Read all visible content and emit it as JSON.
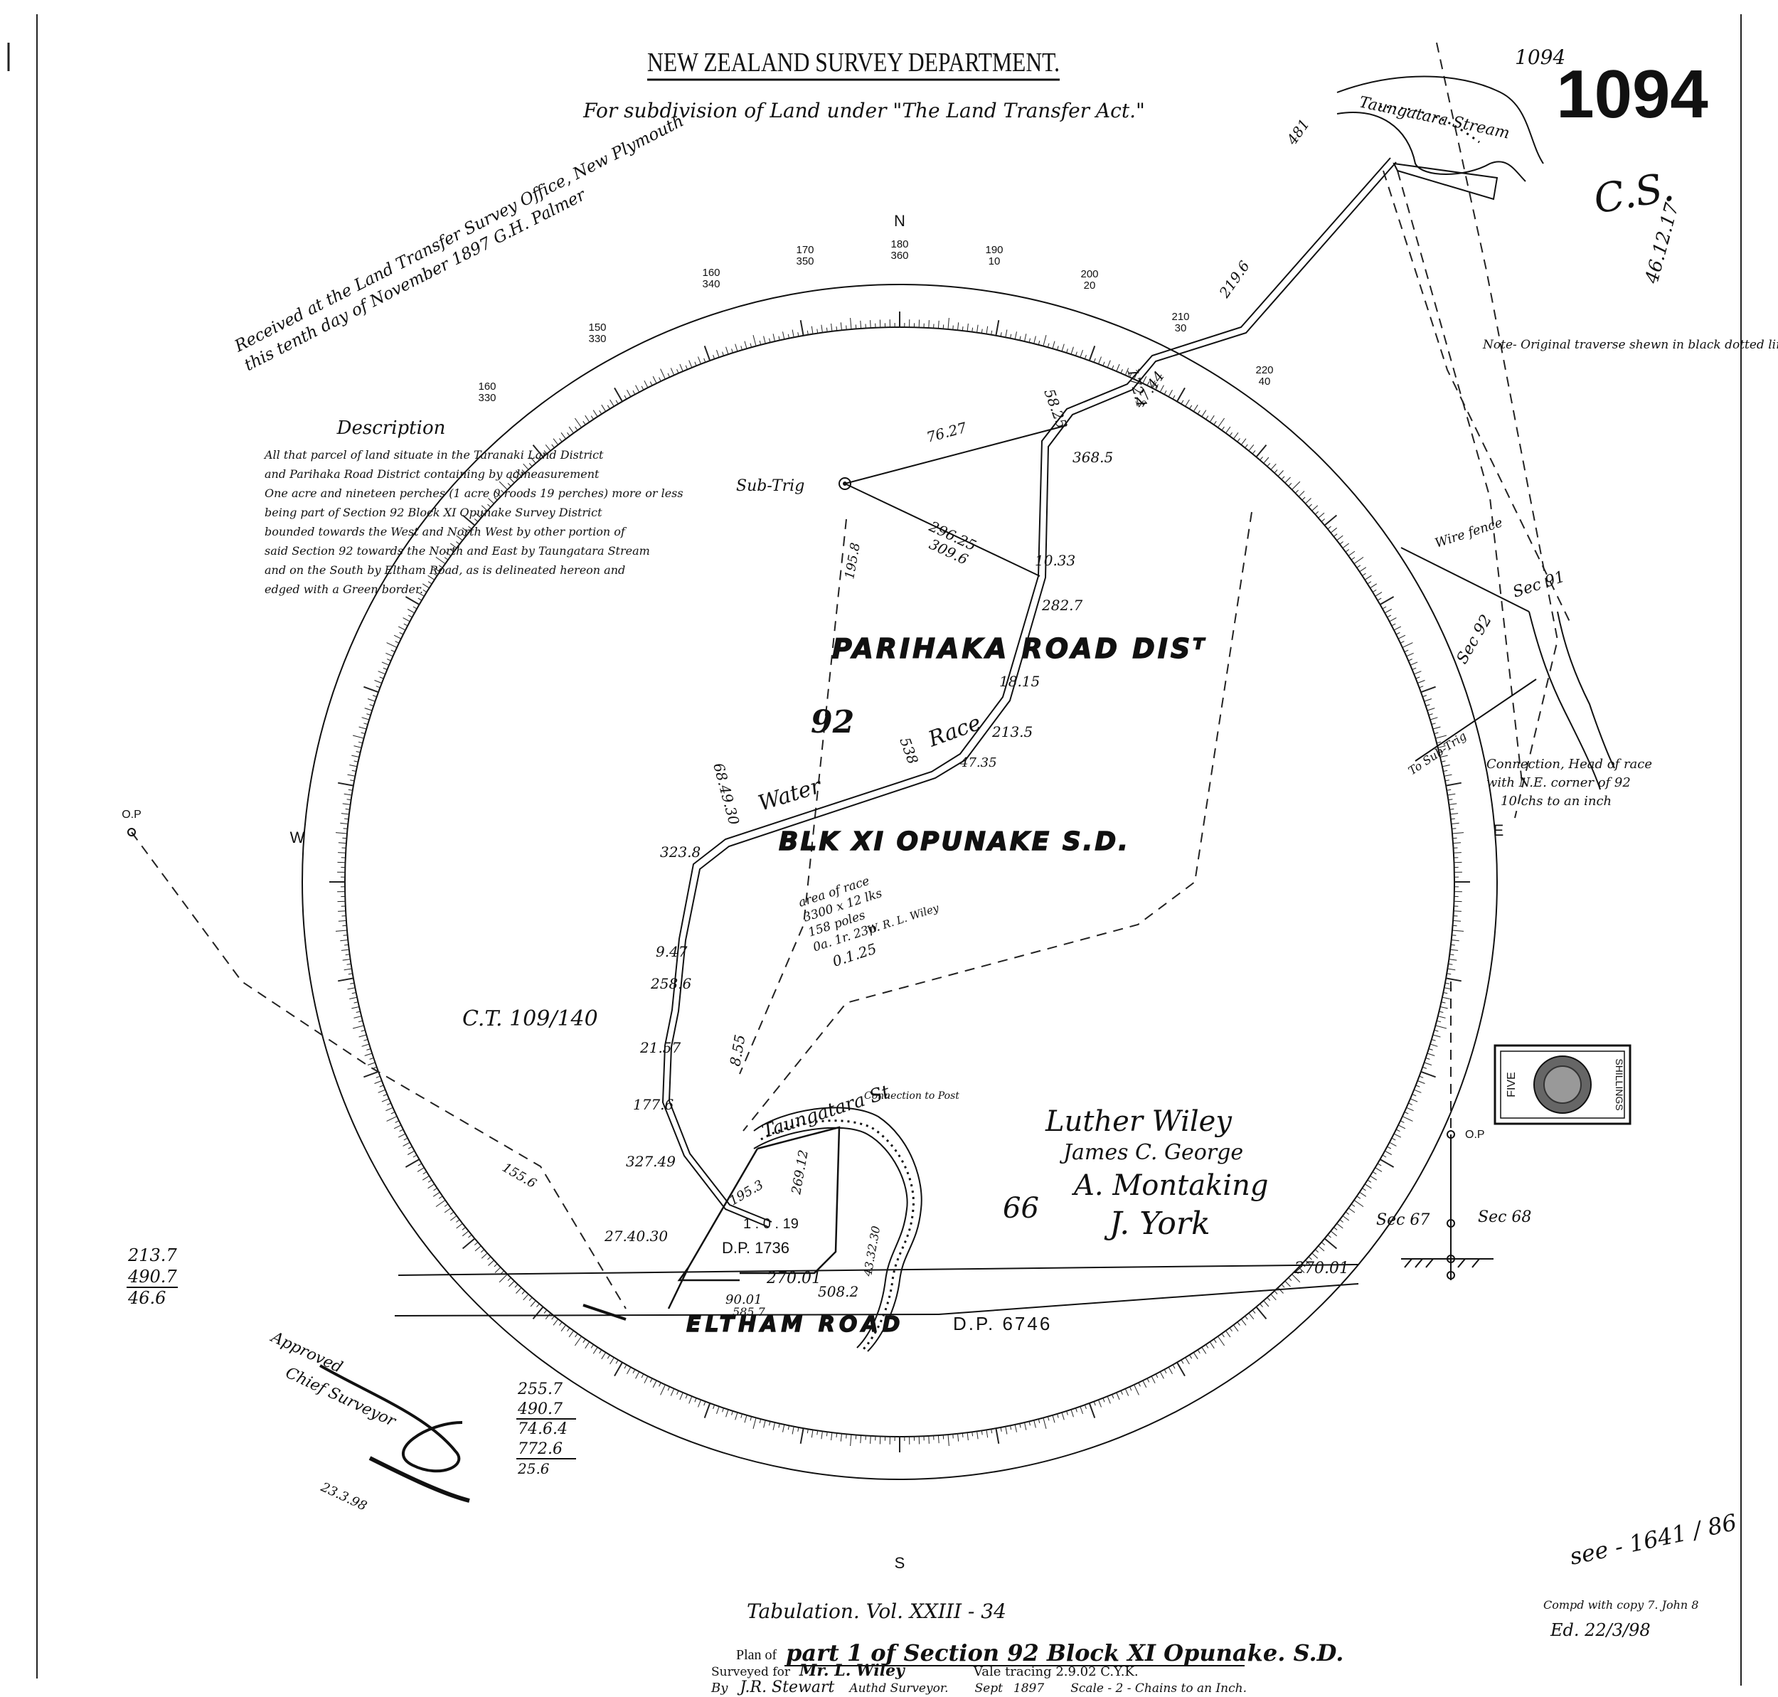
{
  "header": {
    "department": "NEW ZEALAND SURVEY DEPARTMENT.",
    "subtitle": "For subdivision of Land under \"The Land Transfer Act.\"",
    "plan_number": "1094"
  },
  "received_stamp": {
    "line1": "Received at the Land Transfer Survey Office, New Plymouth",
    "line2": "this tenth day of November 1897 G.H. Palmer"
  },
  "description": {
    "heading": "Description",
    "lines": [
      "All that parcel of land situate in the Taranaki Land District",
      "and Parihaka Road District containing by admeasurement",
      "One acre and nineteen perches (1 acre 0 roods 19 perches) more or less",
      "being part of Section 92 Block XI Opunake Survey District",
      "bounded towards the West and North West by other portion of",
      "said Section 92 towards the North and East by Taungatara Stream",
      "and on the South by Eltham Road, as is delineated hereon and",
      "edged with a Green border."
    ]
  },
  "compass": {
    "north": "N",
    "south": "S",
    "east": "E",
    "west": "W",
    "ring_labels": [
      {
        "a": "180",
        "b": "360"
      },
      {
        "a": "190",
        "b": "10"
      },
      {
        "a": "200",
        "b": "20"
      },
      {
        "a": "210",
        "b": "30"
      },
      {
        "a": "220",
        "b": "40"
      },
      {
        "a": "170",
        "b": "350"
      },
      {
        "a": "160",
        "b": "340"
      },
      {
        "a": "150",
        "b": "330"
      },
      {
        "a": "160",
        "b": "330"
      }
    ]
  },
  "map_labels": {
    "road_district": "PARIHAKA ROAD DISᵀ",
    "section": "92",
    "block": "BLK XI OPUNAKE S.D.",
    "race_word1": "Water",
    "race_word2": "Race",
    "sub_trig": "Sub-Trig",
    "eltham_road": "ELTHAM ROAD",
    "dp_road": "D.P. 6746",
    "dp_lot": "D.P. 1736",
    "area_lot": "1 . 0 . 19",
    "ct": "C.T. 109/140",
    "stream_north": "Taungatara Stream",
    "stream_south": "Taungatara St",
    "sec67": "Sec 67",
    "sec68": "Sec 68",
    "sec91": "Sec 91",
    "sec92": "Sec 92",
    "wire_fence": "Wire fence",
    "op": "O.P",
    "to_sub_trig": "To Sub-Trig",
    "note": "Note- Original traverse shewn in black dotted lines",
    "connection_note1": "Connection, Head of race",
    "connection_note2": "with N.E. corner of 92",
    "connection_note3": "10 chs to an inch",
    "connection_post": "Connection to Post",
    "race_area1": "area of race",
    "race_area2": "3300 x 12 lks",
    "race_area3": "158 poles",
    "race_area4": "0a. 1r. 23p.",
    "race_area5": "W. R. L. Wiley",
    "race_area6": "0.1.25"
  },
  "bearings": [
    "76.27",
    "368.5",
    "296.25",
    "309.6",
    "10.33",
    "282.7",
    "18.15",
    "213.5",
    "47.35",
    "538",
    "68.49.30",
    "323.8",
    "9.47",
    "258.6",
    "21.57",
    "177.6",
    "327.49",
    "27.40.30",
    "270.01",
    "508.2",
    "90.01",
    "585.7",
    "269.12",
    "58.25",
    "172.1",
    "47.44",
    "219.6",
    "481",
    "155.6",
    "195.3",
    "43.32.30",
    "270.01",
    "8.55",
    "195.8"
  ],
  "signatures": {
    "s1": "Luther Wiley",
    "s2": "James C. George",
    "s3": "A. Montaking",
    "s4": "J. York",
    "num": "66"
  },
  "stamp": {
    "left": "FIVE",
    "right": "SHILLINGS"
  },
  "approval": {
    "approved": "Approved",
    "chief": "Chief Surveyor",
    "date": "23.3.98"
  },
  "calc_left": [
    "213.7",
    "490.7",
    "46.6"
  ],
  "calc_bottom": [
    "255.7",
    "490.7",
    "74.6.4",
    "772.6",
    "25.6"
  ],
  "footer": {
    "tabulation": "Tabulation. Vol. XXIII - 34",
    "plan_of_label": "Plan of",
    "plan_of": "part 1 of Section 92 Block XI Opunake. S.D.",
    "surveyed_for_label": "Surveyed for",
    "surveyed_for": "Mr. L. Wiley",
    "vale_tracing": "Vale tracing 2.9.02 C.Y.K.",
    "by_label": "By",
    "surveyor_sig": "J.R. Stewart",
    "surveyor_title": "Authd Surveyor.",
    "date_month": "Sept",
    "date_year": "1897",
    "scale": "Scale - 2 - Chains to an Inch.",
    "see_note": "see - 1641 / 86",
    "compared": "Compd with copy 7. John 8",
    "compared_date": "Ed. 22/3/98",
    "cs_mark": "C.S.",
    "ref_mark": "46.12.17"
  }
}
